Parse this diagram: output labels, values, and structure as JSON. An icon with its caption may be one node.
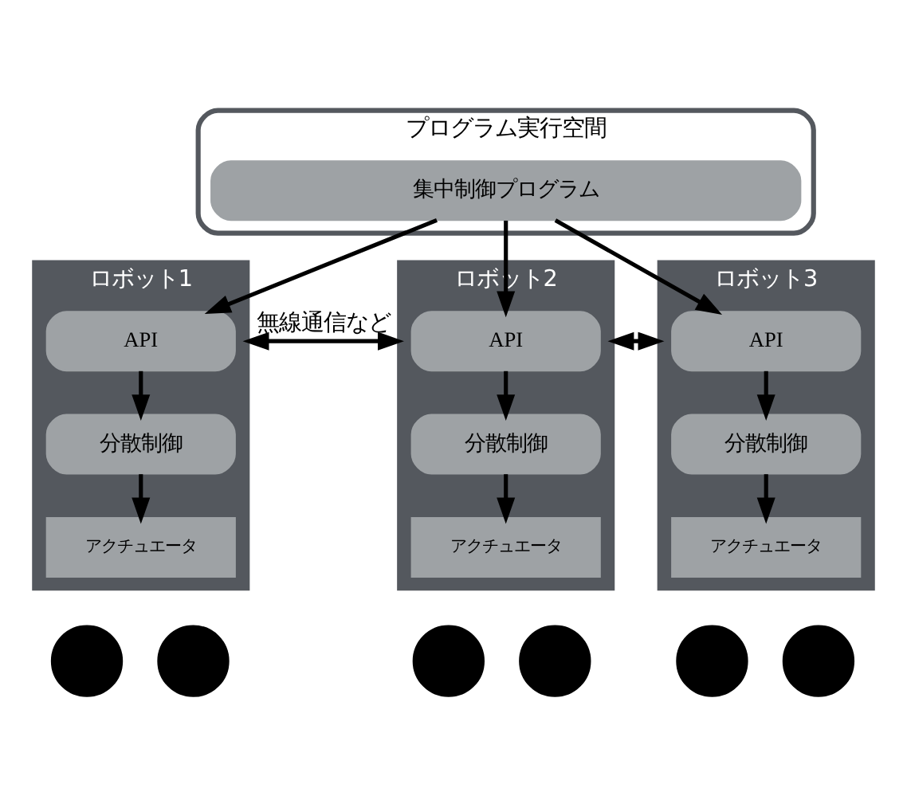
{
  "diagram": {
    "nodes": [
      {
        "text": [
          "ロボット1"
        ]
      },
      {
        "text": [
          "ロボット2"
        ]
      },
      {
        "text": [
          "ロボット3"
        ]
      },
      {
        "text": [
          "プログラム実行空間"
        ]
      },
      {
        "text": [
          "集中制御プログラム"
        ],
        "in": 3
      },
      {
        "text": [
          "API"
        ],
        "in": 0
      },
      {
        "text": [
          "分散制御"
        ],
        "in": 0
      },
      {
        "text": [
          "アクチュエータ"
        ],
        "in": 0
      },
      {
        "text": [
          "API"
        ],
        "in": 1
      },
      {
        "text": [
          "分散制御"
        ],
        "in": 1
      },
      {
        "text": [
          "アクチュエータ"
        ],
        "in": 1
      },
      {
        "text": [
          "API"
        ],
        "in": 2
      },
      {
        "text": [
          "分散制御"
        ],
        "in": 2
      },
      {
        "text": [
          "アクチュエータ"
        ],
        "in": 2
      },
      {
        "text": [],
        "shape": "circle"
      },
      {
        "text": [],
        "shape": "circle"
      },
      {
        "text": [],
        "shape": "circle"
      },
      {
        "text": [],
        "shape": "circle"
      },
      {
        "text": [],
        "shape": "circle"
      },
      {
        "text": [],
        "shape": "circle"
      }
    ],
    "edges": [
      {
        "from": 0,
        "to": 1,
        "arrow": "both",
        "label": "無線通信など"
      },
      {
        "from": 1,
        "to": 2,
        "arrow": "both"
      },
      {
        "from": 4,
        "to": 5,
        "arrow": "to"
      },
      {
        "from": 5,
        "to": 6,
        "arrow": "to"
      },
      {
        "from": 6,
        "to": 7,
        "arrow": "to"
      },
      {
        "from": 4,
        "to": 8,
        "arrow": "to"
      },
      {
        "from": 8,
        "to": 9,
        "arrow": "to"
      },
      {
        "from": 9,
        "to": 10,
        "arrow": "to"
      },
      {
        "from": 4,
        "to": 11,
        "arrow": "to"
      },
      {
        "from": 11,
        "to": 12,
        "arrow": "to"
      },
      {
        "from": 12,
        "to": 13,
        "arrow": "to"
      }
    ]
  }
}
